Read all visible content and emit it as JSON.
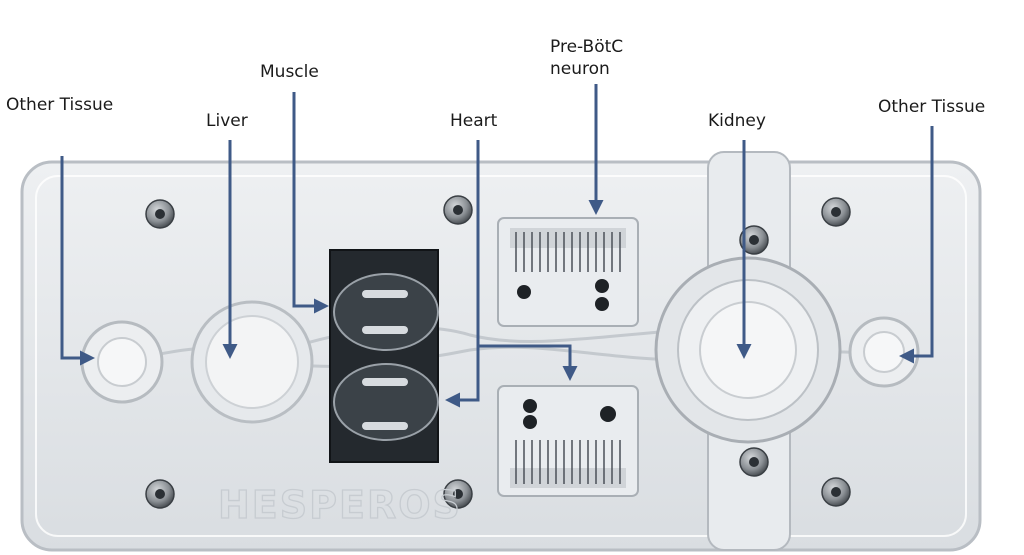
{
  "labels": {
    "other_tissue_left": "Other Tissue",
    "liver": "Liver",
    "muscle": "Muscle",
    "heart": "Heart",
    "neuron_line1": "Pre-BötC",
    "neuron_line2": "neuron",
    "kidney": "Kidney",
    "other_tissue_right": "Other Tissue"
  },
  "watermark": "HESPEROS",
  "colors": {
    "arrow": "#3f5a87",
    "chip_body": "#e4e7ea",
    "chip_edge": "#b9bec4",
    "dark_insert": "#24292e",
    "screw": "#8a8e93",
    "background": "#ffffff"
  }
}
